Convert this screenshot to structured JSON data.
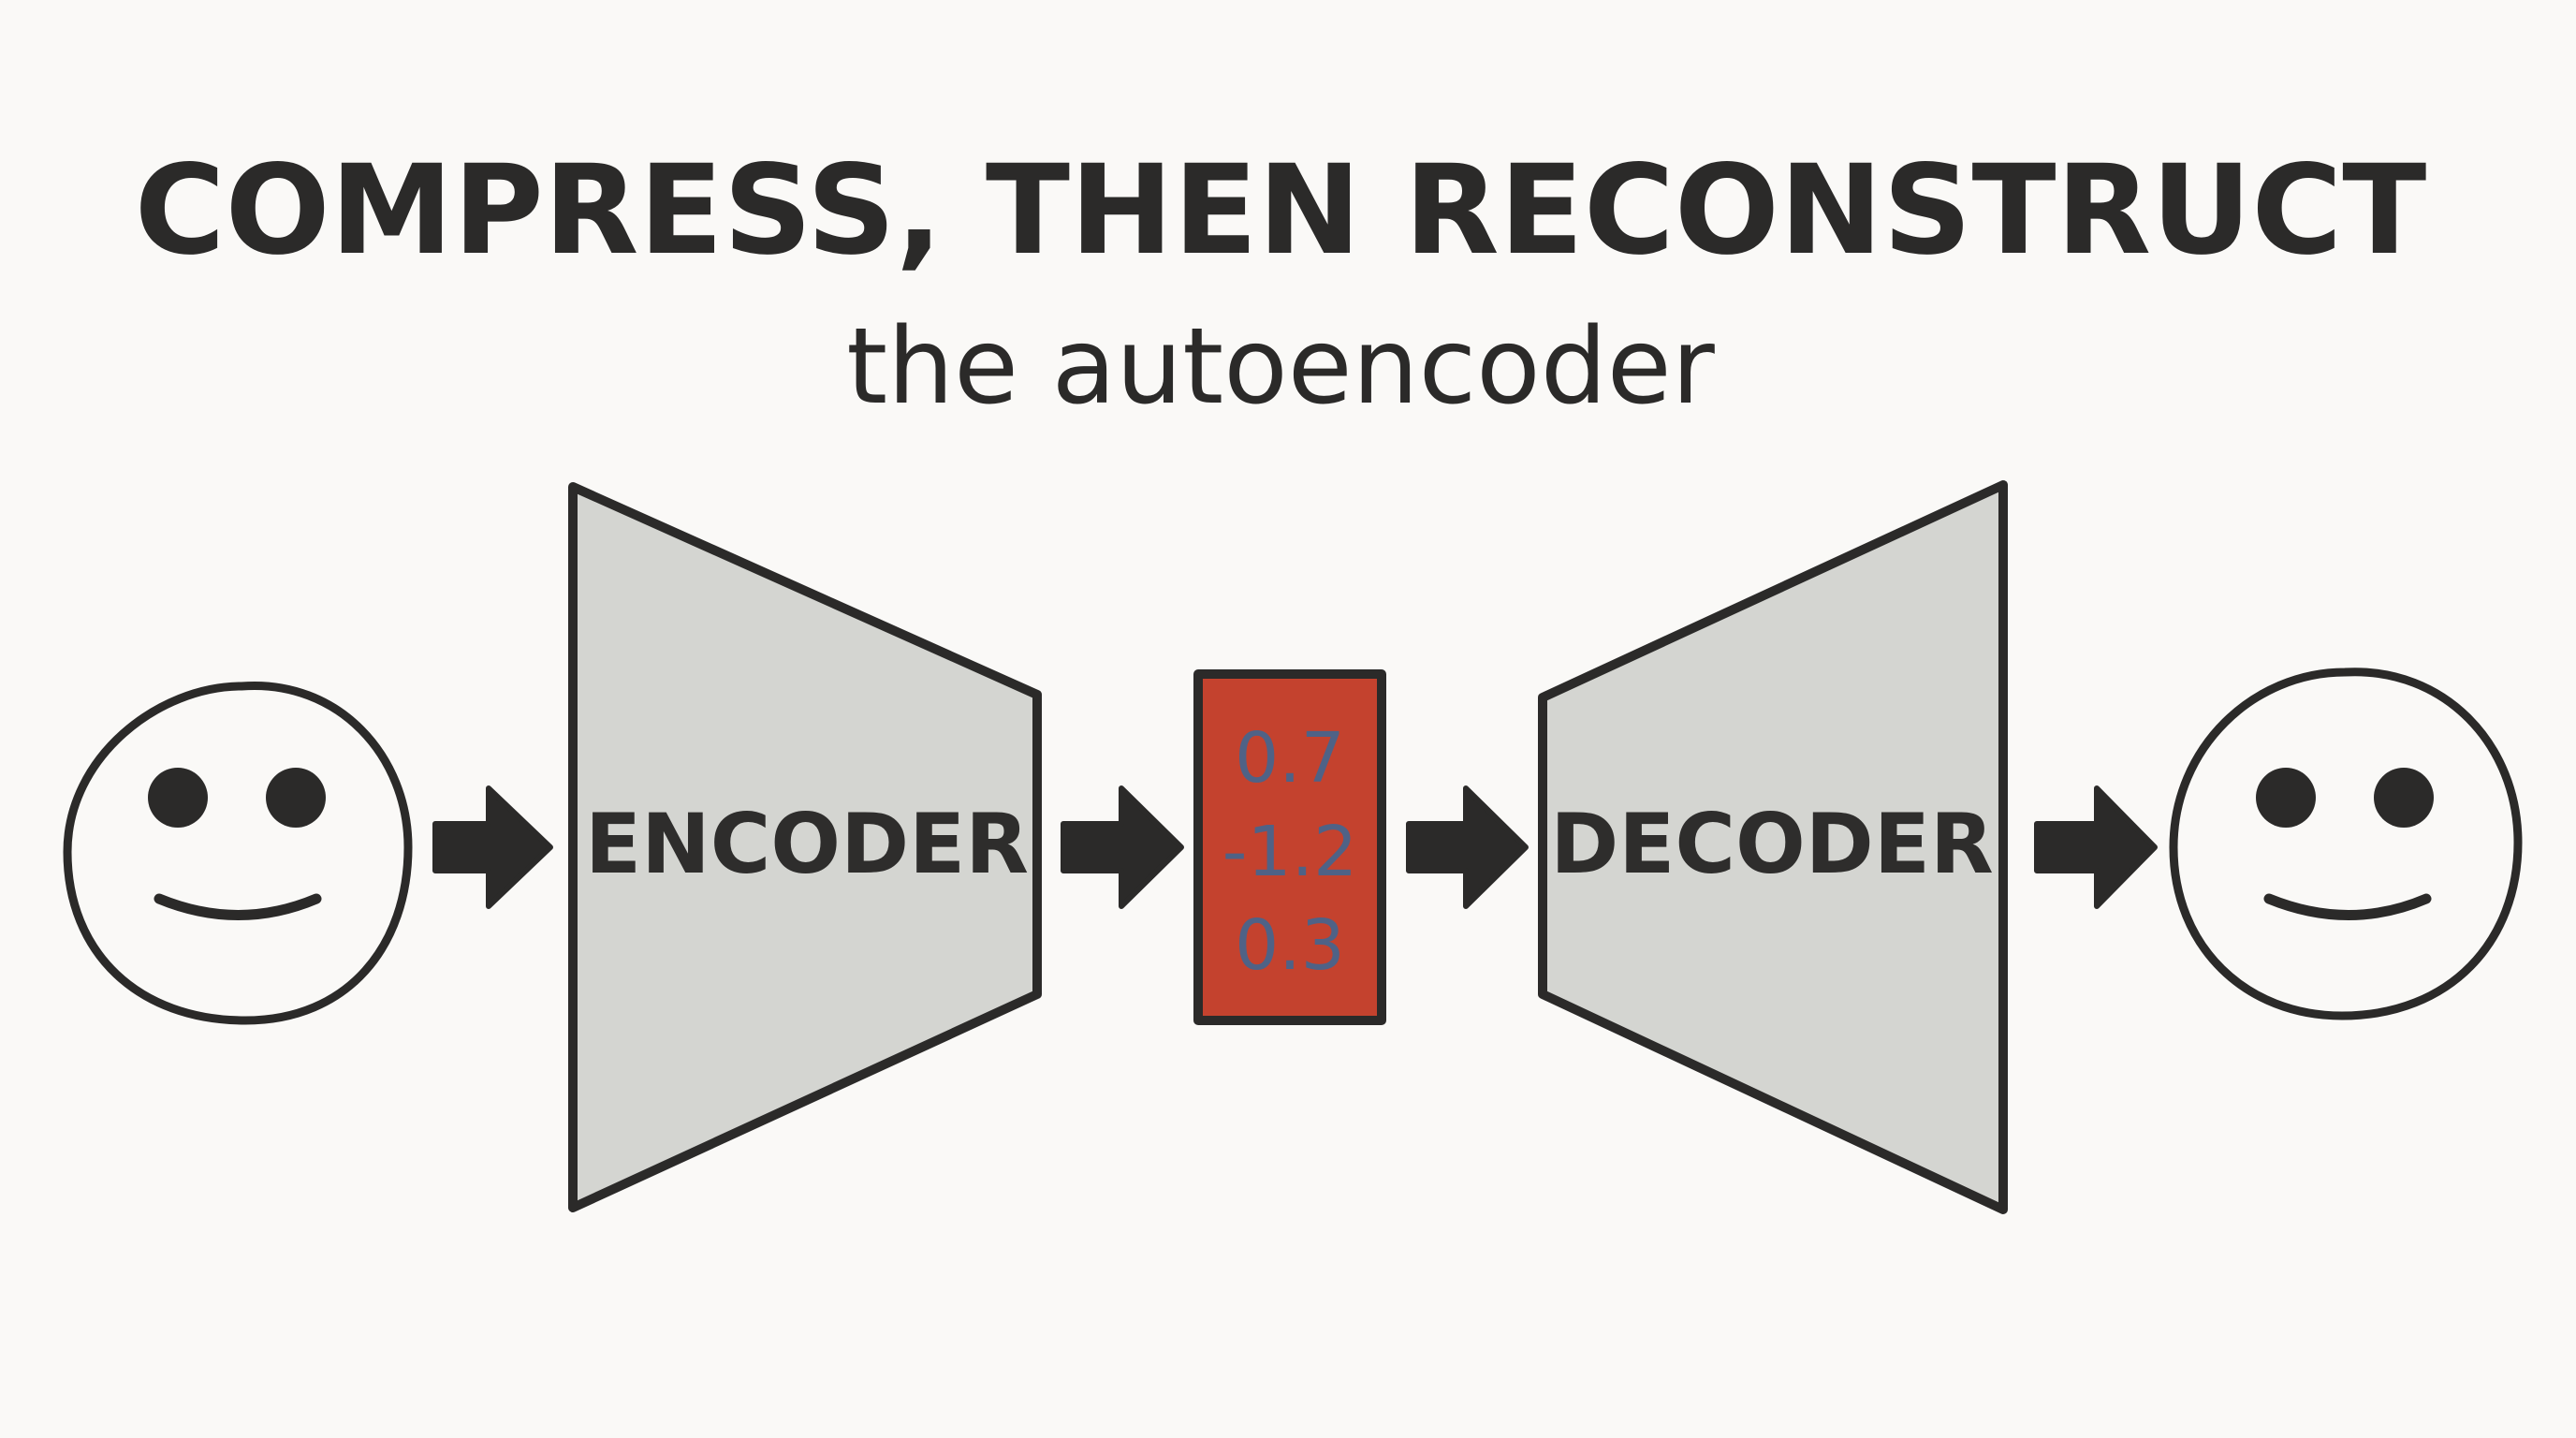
{
  "title": "COMPRESS, THEN RECONSTRUCT",
  "subtitle": "the autoencoder",
  "encoder": {
    "label": "ENCODER"
  },
  "decoder": {
    "label": "DECODER"
  },
  "latent": {
    "values": [
      "0.7",
      "-1.2",
      "0.3"
    ]
  },
  "colors": {
    "background": "#faf9f7",
    "ink": "#2b2a29",
    "block_fill": "#d4d5d1",
    "latent_fill": "#c4422e",
    "latent_text": "#4f6286"
  },
  "icons": {
    "input": "smiley-face-icon",
    "output": "smiley-face-icon",
    "arrow": "arrow-right-icon"
  }
}
